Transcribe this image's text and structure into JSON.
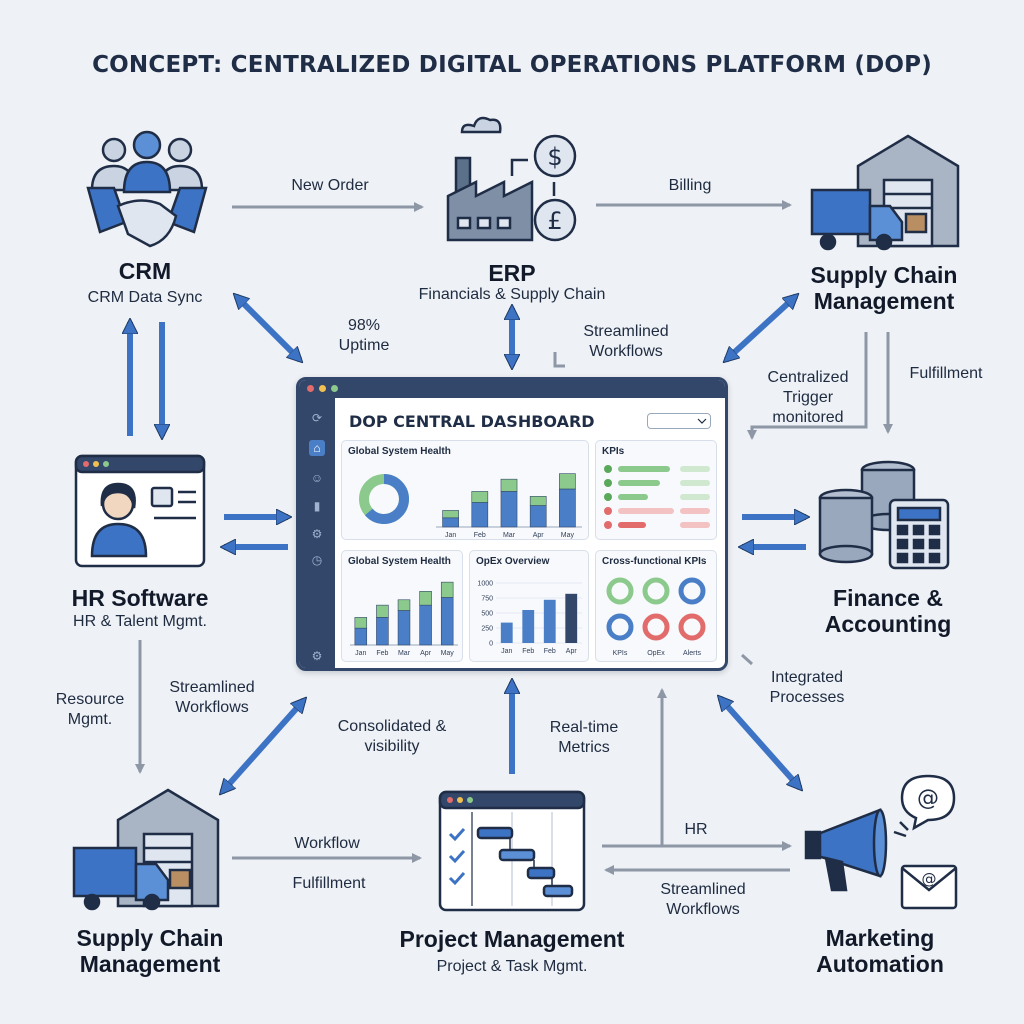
{
  "title": "CONCEPT: CENTRALIZED DIGITAL OPERATIONS PLATFORM (DOP)",
  "nodes": {
    "crm": {
      "title": "CRM",
      "subtitle": "CRM Data Sync",
      "icon": "handshake-team-icon"
    },
    "erp": {
      "title": "ERP",
      "subtitle": "Financials & Supply Chain",
      "icon": "factory-currency-icon"
    },
    "scm_top": {
      "title": "Supply Chain Management",
      "icon": "warehouse-truck-icon"
    },
    "hr": {
      "title": "HR Software",
      "subtitle": "HR & Talent Mgmt.",
      "icon": "employee-profile-icon"
    },
    "finance": {
      "title": "Finance & Accounting",
      "icon": "coins-calculator-icon"
    },
    "scm_bottom": {
      "title": "Supply Chain Management",
      "icon": "warehouse-truck-icon"
    },
    "pm": {
      "title": "Project Management",
      "subtitle": "Project & Task Mgmt.",
      "icon": "gantt-chart-icon"
    },
    "marketing": {
      "title": "Marketing Automation",
      "icon": "megaphone-email-icon"
    }
  },
  "flows": {
    "new_order": "New Order",
    "billing": "Billing",
    "uptime": "98% Uptime",
    "streamlined_top": "Streamlined Workflows",
    "centralized_trigger": "Centralized Trigger monitored",
    "fulfillment_right": "Fulfillment",
    "resource_mgmt": "Resource Mgmt.",
    "streamlined_left": "Streamlined Workflows",
    "consolidated": "Consolidated & visibility",
    "realtime": "Real-time Metrics",
    "integrated": "Integrated Processes",
    "workflow": "Workflow",
    "fulfillment_bottom": "Fulfillment",
    "hr_flow": "HR",
    "streamlined_bottom": "Streamlined Workflows"
  },
  "dashboard": {
    "title": "DOP CENTRAL DASHBOARD",
    "panels": {
      "health_top": "Global System Health",
      "kpis": "KPIs",
      "health_bottom": "Global System Health",
      "opex": "OpEx Overview",
      "cross": "Cross-functional KPIs"
    },
    "months5": [
      "Jan",
      "Feb",
      "Mar",
      "Apr",
      "May"
    ],
    "months4": [
      "Jan",
      "Feb",
      "Feb",
      "Apr"
    ],
    "opex_ticks": [
      "1000",
      "750",
      "500",
      "250",
      "0"
    ],
    "cross_labels": [
      "KPIs",
      "OpEx",
      "Alerts"
    ],
    "colors": {
      "blue": "#4a7fc8",
      "green": "#8cc98c",
      "red": "#e26b6b",
      "navy": "#33476a",
      "teal": "#5aa0a0"
    }
  },
  "chart_data": [
    {
      "type": "bar",
      "title": "Global System Health",
      "categories": [
        "Jan",
        "Feb",
        "Mar",
        "Apr",
        "May"
      ],
      "series": [
        {
          "values": [
            15,
            40,
            58,
            35,
            62
          ]
        },
        {
          "values": [
            12,
            18,
            20,
            15,
            25
          ]
        }
      ]
    },
    {
      "type": "bar",
      "title": "Global System Health",
      "categories": [
        "Jan",
        "Feb",
        "Mar",
        "Apr",
        "May"
      ],
      "series": [
        {
          "values": [
            22,
            36,
            45,
            52,
            62
          ]
        },
        {
          "values": [
            14,
            16,
            14,
            18,
            20
          ]
        }
      ]
    },
    {
      "type": "bar",
      "title": "OpEx Overview",
      "categories": [
        "Jan",
        "Feb",
        "Feb",
        "Apr"
      ],
      "values": [
        340,
        550,
        720,
        820
      ],
      "ylim": [
        0,
        1000
      ]
    }
  ]
}
